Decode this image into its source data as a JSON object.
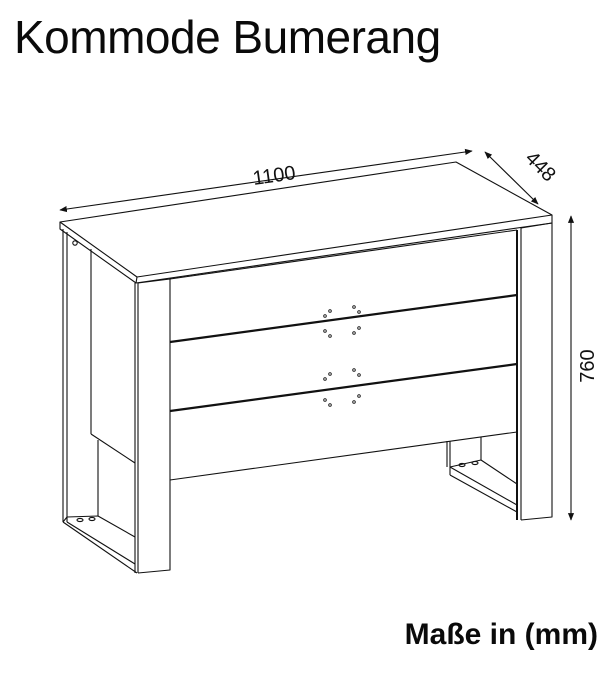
{
  "title": "Kommode Bumerang",
  "footer": "Maße in (mm)",
  "dimensions": {
    "width": "1100",
    "depth": "448",
    "height": "760"
  },
  "drawing": {
    "subject": "chest-of-drawers",
    "drawer_count": 3,
    "line_color": "#111111",
    "background": "#ffffff"
  }
}
